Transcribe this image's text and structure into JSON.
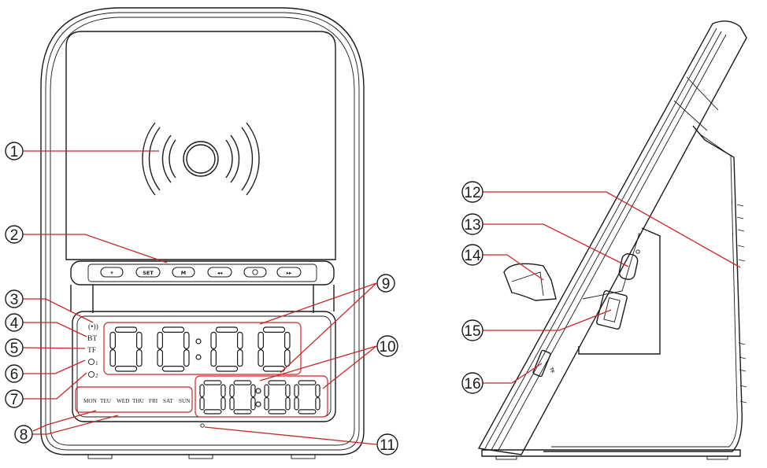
{
  "front_view": {
    "buttons": [
      {
        "id": "brightness",
        "label": "☀",
        "icon": "brightness-icon"
      },
      {
        "id": "set",
        "label": "SET",
        "icon": ""
      },
      {
        "id": "mode",
        "label": "M",
        "icon": ""
      },
      {
        "id": "prev",
        "label": "◂◂",
        "icon": "previous-track-icon"
      },
      {
        "id": "power",
        "label": "",
        "icon": "power-icon"
      },
      {
        "id": "next",
        "label": "▸▸",
        "icon": "next-track-icon"
      }
    ],
    "indicators": {
      "wireless": "(•))",
      "bt": "BT",
      "tf": "TF",
      "alarm1": "1",
      "alarm2": "2"
    },
    "days": [
      "MON",
      "TEU",
      "WED",
      "THU",
      "FRI",
      "SAT",
      "SUN"
    ],
    "time_display": "00:00",
    "date_display": "00:00"
  },
  "side_view": {
    "tf_slot_label": "TF"
  },
  "callouts": [
    "1",
    "2",
    "3",
    "4",
    "5",
    "6",
    "7",
    "8",
    "9",
    "10",
    "11",
    "12",
    "13",
    "14",
    "15",
    "16"
  ],
  "colors": {
    "outline": "#1a1a1a",
    "leader": "#c62828",
    "background": "#ffffff"
  }
}
